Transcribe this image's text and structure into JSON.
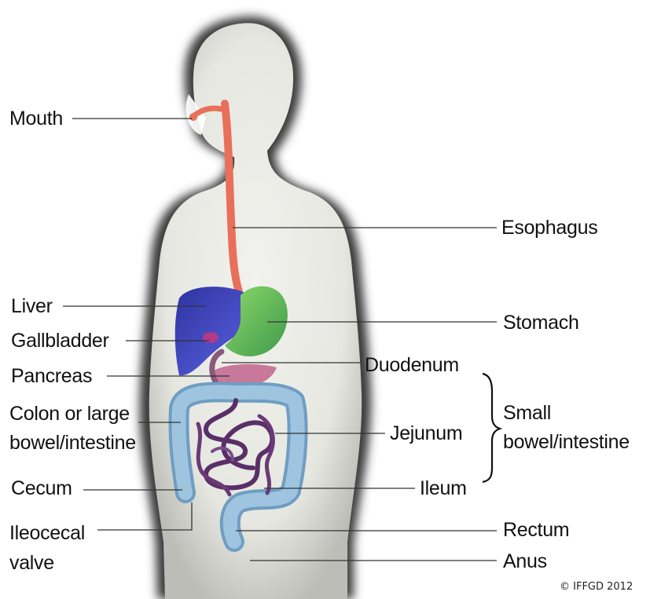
{
  "labels": {
    "mouth": "Mouth",
    "esophagus": "Esophagus",
    "liver": "Liver",
    "stomach": "Stomach",
    "gallbladder": "Gallbladder",
    "pancreas": "Pancreas",
    "duodenum": "Duodenum",
    "colon_line1": "Colon or large",
    "colon_line2": "bowel/intestine",
    "jejunum": "Jejunum",
    "small_line1": "Small",
    "small_line2": "bowel/intestine",
    "cecum": "Cecum",
    "ileum": "Ileum",
    "ileocecal_line1": "Ileocecal",
    "ileocecal_line2": "valve",
    "rectum": "Rectum",
    "anus": "Anus"
  },
  "copyright": "© IFFGD 2012",
  "colors": {
    "body_shadow": "#1a1a1a",
    "body_fill": "#e8e8e2",
    "esophagus": "#e8705a",
    "liver": "#3a3fb0",
    "stomach": "#5cc25a",
    "gallbladder": "#b23a8a",
    "pancreas": "#c8789a",
    "colon": "#8ab4d4",
    "small_intestine": "#6a3a78",
    "leader_line": "#333333"
  }
}
